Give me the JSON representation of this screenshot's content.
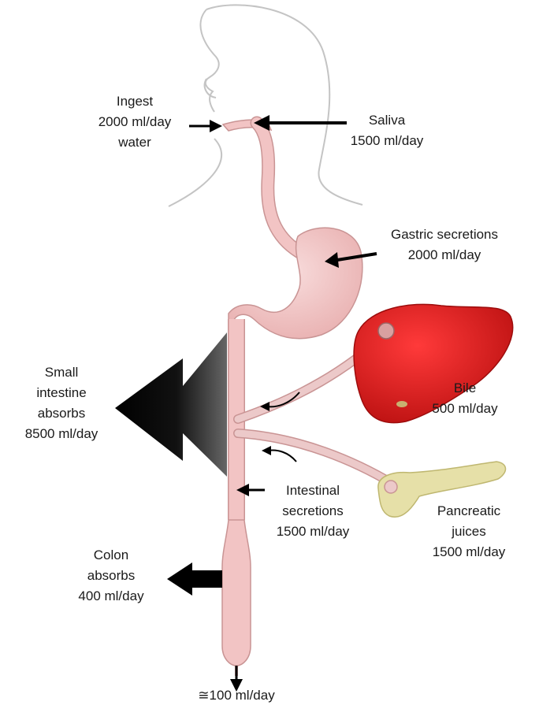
{
  "labels": {
    "ingest": [
      "Ingest",
      "2000 ml/day",
      "water"
    ],
    "saliva": [
      "Saliva",
      "1500 ml/day"
    ],
    "gastric": [
      "Gastric secretions",
      "2000 ml/day"
    ],
    "bile": [
      "Bile",
      "500 ml/day"
    ],
    "small_intestine": [
      "Small",
      "intestine",
      "absorbs",
      "8500 ml/day"
    ],
    "intestinal": [
      "Intestinal",
      "secretions",
      "1500 ml/day"
    ],
    "pancreatic": [
      "Pancreatic",
      "juices",
      "1500 ml/day"
    ],
    "colon": [
      "Colon",
      "absorbs",
      "400 ml/day"
    ],
    "output": "≅100 ml/day"
  },
  "colors": {
    "gut": "#f2c4c4",
    "gut_outline": "#c99494",
    "liver": "#e01b1b",
    "pancreas": "#e6e0a8",
    "arrow": "#000000",
    "head_outline": "#c8c8c8"
  }
}
